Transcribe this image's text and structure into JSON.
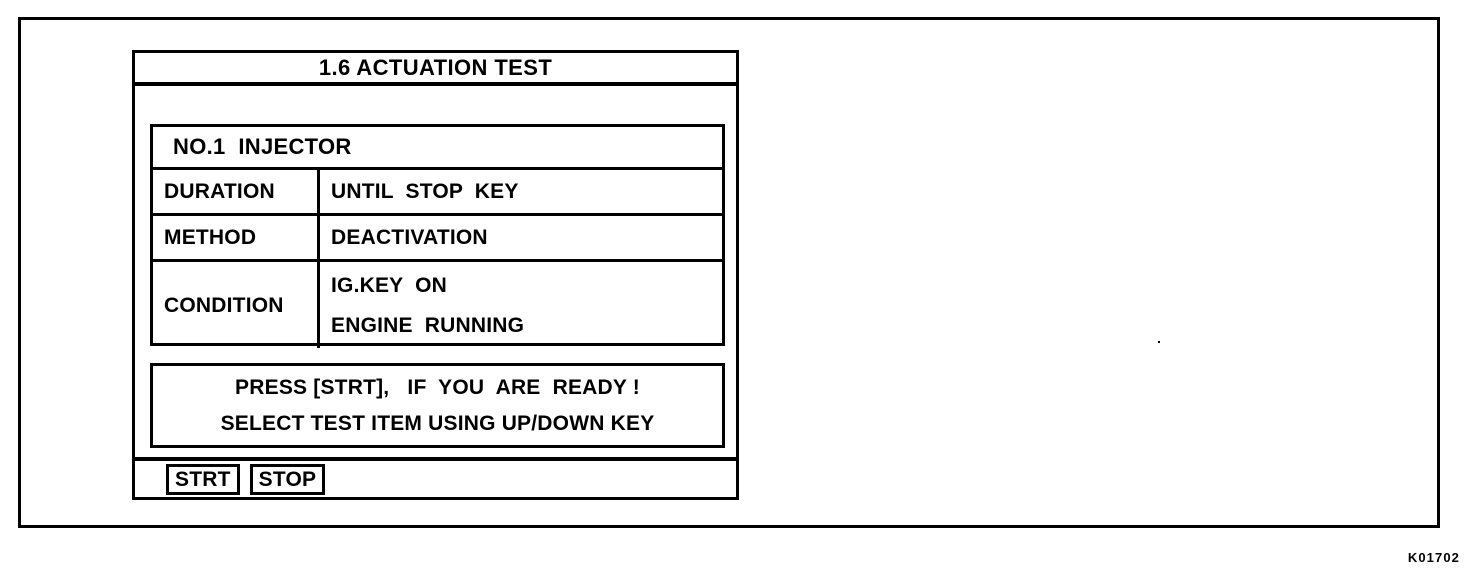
{
  "figure": {
    "reference_code": "K01702"
  },
  "screen": {
    "title": "1.6 ACTUATION TEST",
    "item_header": "NO.1  INJECTOR",
    "rows": [
      {
        "label": "DURATION",
        "values": [
          "UNTIL  STOP  KEY"
        ]
      },
      {
        "label": "METHOD",
        "values": [
          "DEACTIVATION"
        ]
      },
      {
        "label": "CONDITION",
        "values": [
          "IG.KEY  ON",
          "ENGINE  RUNNING"
        ]
      }
    ],
    "message": {
      "line1": "PRESS [STRT],   IF  YOU  ARE  READY !",
      "line2": "SELECT TEST ITEM USING UP/DOWN KEY"
    },
    "softkeys": [
      {
        "label": "STRT"
      },
      {
        "label": "STOP"
      }
    ]
  },
  "colors": {
    "ink": "#000000",
    "paper": "#ffffff"
  }
}
